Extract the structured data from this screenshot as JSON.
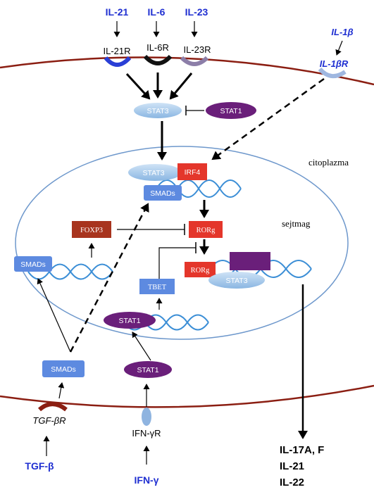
{
  "cytokines": {
    "il21": "IL-21",
    "il6": "IL-6",
    "il23": "IL-23",
    "il1b": "IL-1β",
    "tgfb": "TGF-β",
    "ifng": "IFN-γ"
  },
  "receptors": {
    "il21r": "IL-21R",
    "il6r": "IL-6R",
    "il23r": "IL-23R",
    "il1br": "IL-1βR",
    "tgfbr": "TGF-βR",
    "ifngr": "IFN-γR"
  },
  "compartments": {
    "cytoplasm": "citoplazma",
    "nucleus": "sejtmag"
  },
  "molecules": {
    "stat3_top": "STAT3",
    "stat1_top": "STAT1",
    "stat3_nuc": "STAT3",
    "irf4": "IRF4",
    "smads_nuc": "SMADs",
    "foxp3": "FOXP3",
    "rorg1": "RORg",
    "rorg2": "RORg",
    "stat3_dna": "STAT3",
    "smads_left": "SMADs",
    "tbet": "TBET",
    "stat1_nuc": "STAT1",
    "smads_cyto": "SMADs",
    "stat1_cyto": "STAT1"
  },
  "outputs": [
    "IL-17A, F",
    "IL-21",
    "IL-22"
  ],
  "colors": {
    "membrane": "#8b1e12",
    "cytokine_blue": "#1f2fd1",
    "stat3": "#9ec5ea",
    "stat1": "#6a1f7a",
    "smads": "#5d8ae0",
    "irf4": "#e4362b",
    "rorg": "#e4362b",
    "foxp3": "#a8341e",
    "nucleus_line": "#6e98cc"
  }
}
